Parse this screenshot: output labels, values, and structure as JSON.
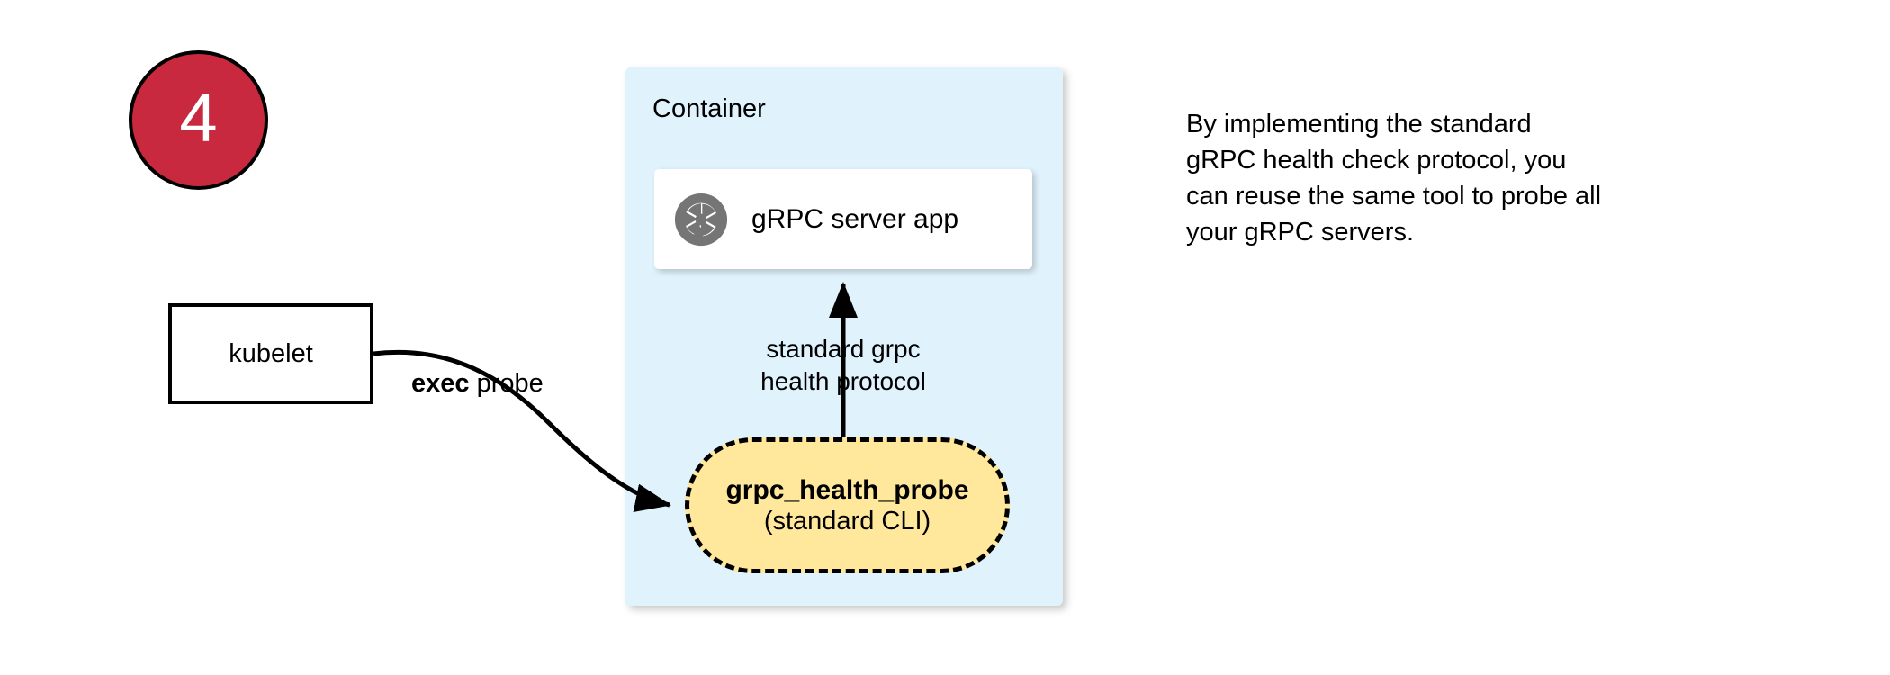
{
  "step": {
    "number": "4",
    "circle_fill": "#C9293F",
    "circle_stroke": "#000000",
    "number_color": "#FFFFFF"
  },
  "kubelet": {
    "label": "kubelet"
  },
  "container": {
    "title": "Container",
    "fill": "#E0F2FC"
  },
  "grpc_server": {
    "label": "gRPC server app",
    "icon": "aperture-icon",
    "icon_color": "#757575",
    "card_fill": "#FFFFFF"
  },
  "protocol": {
    "line1": "standard grpc",
    "line2": "health protocol"
  },
  "probe": {
    "title": "grpc_health_probe",
    "subtitle": "(standard CLI)",
    "fill": "#FFE79B",
    "stroke": "#000000",
    "stroke_style": "dashed"
  },
  "exec_probe": {
    "strong": "exec",
    "rest": " probe"
  },
  "caption": {
    "line1": "By implementing the standard",
    "line2": "gRPC health check protocol, you",
    "line3": "can reuse the same tool to probe all",
    "line4": "your gRPC servers."
  }
}
